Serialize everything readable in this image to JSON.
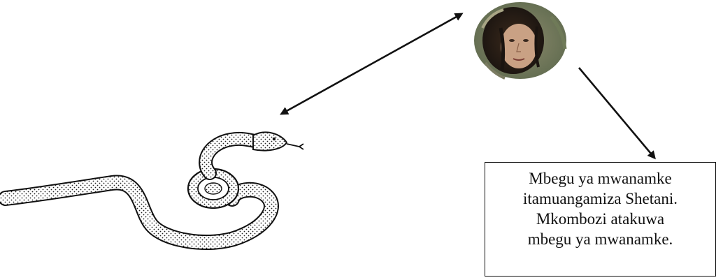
{
  "caption": {
    "lines": [
      "Mbegu ya mwanamke",
      "itamuangamiza Shetani.",
      "Mkombozi atakuwa",
      "mbegu ya mwanamke."
    ]
  },
  "icons": {
    "serpent": "snake-illustration",
    "woman": "woman-portrait",
    "double_arrow": "double-headed-arrow",
    "arrow": "single-arrow"
  }
}
